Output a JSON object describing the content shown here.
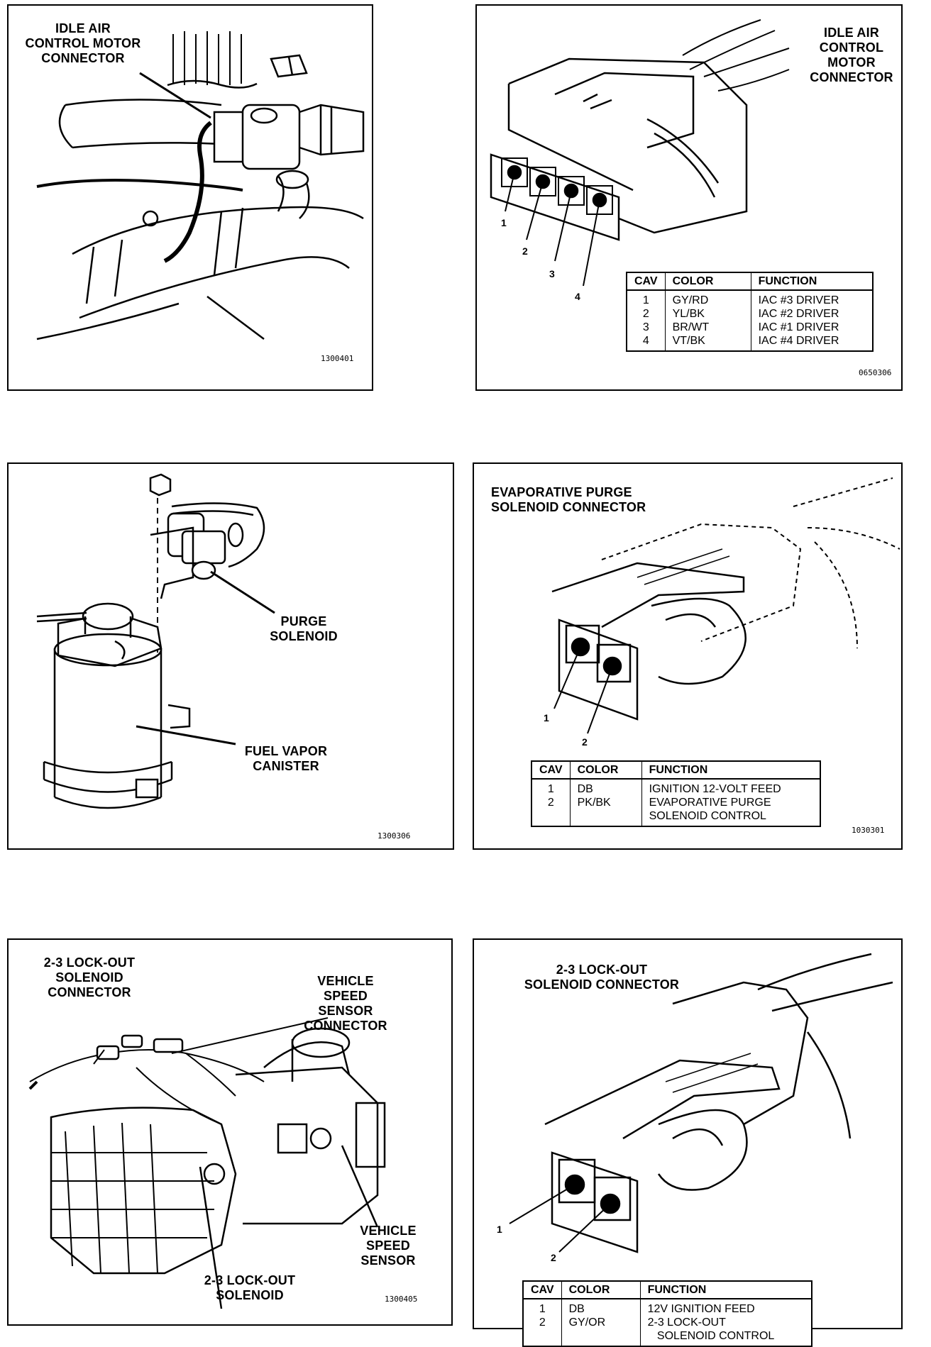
{
  "panels": {
    "p1": {
      "label": "IDLE AIR\nCONTROL MOTOR\nCONNECTOR",
      "code": "1300401"
    },
    "p2": {
      "label": "IDLE AIR\nCONTROL\nMOTOR\nCONNECTOR",
      "code": "0650306",
      "pins": [
        "1",
        "2",
        "3",
        "4"
      ],
      "table": {
        "headers": [
          "CAV",
          "COLOR",
          "FUNCTION"
        ],
        "rows": [
          [
            "1",
            "GY/RD",
            "IAC #3 DRIVER"
          ],
          [
            "2",
            "YL/BK",
            "IAC #2 DRIVER"
          ],
          [
            "3",
            "BR/WT",
            "IAC #1 DRIVER"
          ],
          [
            "4",
            "VT/BK",
            "IAC #4 DRIVER"
          ]
        ]
      }
    },
    "p3": {
      "purge": "PURGE\nSOLENOID",
      "canister": "FUEL VAPOR\nCANISTER",
      "code": "1300306"
    },
    "p4": {
      "label": "EVAPORATIVE PURGE\nSOLENOID CONNECTOR",
      "code": "1030301",
      "pins": [
        "1",
        "2"
      ],
      "table": {
        "headers": [
          "CAV",
          "COLOR",
          "FUNCTION"
        ],
        "rows": [
          [
            "1",
            "DB",
            "IGNITION 12-VOLT FEED"
          ],
          [
            "2",
            "PK/BK",
            "EVAPORATIVE PURGE\nSOLENOID CONTROL"
          ]
        ]
      }
    },
    "p5": {
      "lockout_connector": "2-3 LOCK-OUT\nSOLENOID\nCONNECTOR",
      "vss_connector": "VEHICLE\nSPEED\nSENSOR\nCONNECTOR",
      "vss": "VEHICLE\nSPEED\nSENSOR",
      "lockout_solenoid": "2-3 LOCK-OUT\nSOLENOID",
      "code": "1300405"
    },
    "p6": {
      "label": "2-3 LOCK-OUT\nSOLENOID CONNECTOR",
      "pins": [
        "1",
        "2"
      ],
      "table": {
        "headers": [
          "CAV",
          "COLOR",
          "FUNCTION"
        ],
        "rows": [
          [
            "1",
            "DB",
            "12V IGNITION FEED"
          ],
          [
            "2",
            "GY/OR",
            "2-3 LOCK-OUT\n   SOLENOID CONTROL"
          ]
        ]
      }
    }
  }
}
